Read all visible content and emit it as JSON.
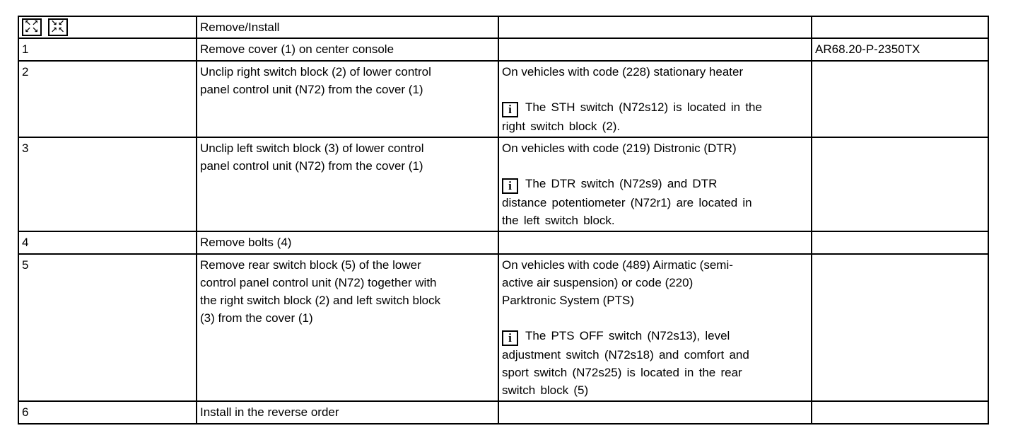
{
  "header": {
    "title": "Remove/Install",
    "icons": {
      "expand": {
        "top": "↖↗",
        "bottom": "↙↘"
      },
      "collapse": {
        "top": "↘↙",
        "bottom": "↗↖"
      }
    }
  },
  "info_icon_glyph": "i",
  "table": {
    "rows": [
      {
        "step": "1",
        "instruction": "Remove cover (1) on center console",
        "note_intro": "",
        "note_info": "",
        "doc": "AR68.20-P-2350TX"
      },
      {
        "step": "2",
        "instruction": "Unclip right switch block (2) of lower control\npanel control unit (N72) from the cover (1)",
        "note_intro": "On vehicles with code (228) stationary heater",
        "note_info": "The STH switch (N72s12) is located in the\nright switch block (2).",
        "doc": ""
      },
      {
        "step": "3",
        "instruction": "Unclip left switch block (3) of lower control\npanel control unit (N72) from the cover (1)",
        "note_intro": "On vehicles with code (219) Distronic (DTR)",
        "note_info": "The DTR switch (N72s9) and DTR\ndistance potentiometer (N72r1) are located in\nthe left switch block.",
        "doc": ""
      },
      {
        "step": "4",
        "instruction": "Remove bolts (4)",
        "note_intro": "",
        "note_info": "",
        "doc": ""
      },
      {
        "step": "5",
        "instruction": "Remove rear switch block (5) of the lower\ncontrol panel control unit (N72) together with\nthe right switch block (2) and left switch block\n(3) from the cover (1)",
        "note_intro": "On vehicles with code (489) Airmatic (semi-\nactive air suspension) or code (220)\nParktronic System (PTS)",
        "note_info": "The PTS OFF switch (N72s13), level\nadjustment switch (N72s18) and comfort and\nsport switch (N72s25) is located in the rear\nswitch block (5)",
        "doc": ""
      },
      {
        "step": "6",
        "instruction": "Install in the reverse order",
        "note_intro": "",
        "note_info": "",
        "doc": ""
      }
    ]
  }
}
